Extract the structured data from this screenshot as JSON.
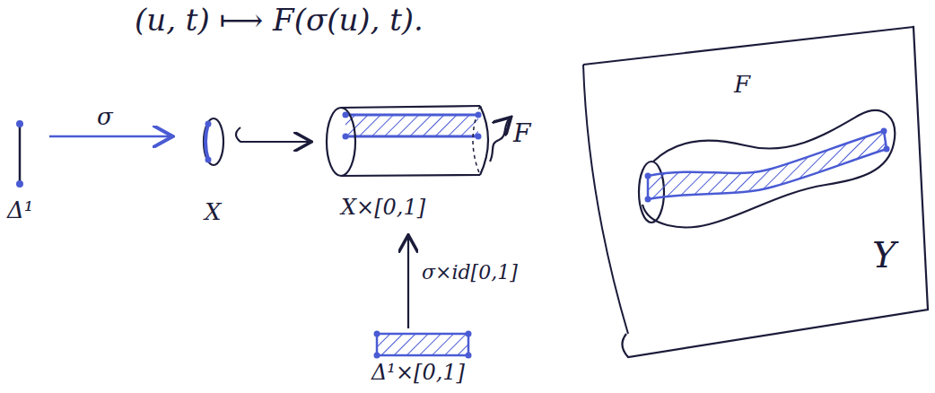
{
  "diagram": {
    "labels": [
      "(u, t) ⟼ F(σ(u), t).",
      "Δ¹",
      "σ",
      "X",
      "X×[0,1]",
      "F",
      "F",
      "Y",
      "σ×id[0,1]",
      "Δ¹×[0,1]"
    ]
  }
}
